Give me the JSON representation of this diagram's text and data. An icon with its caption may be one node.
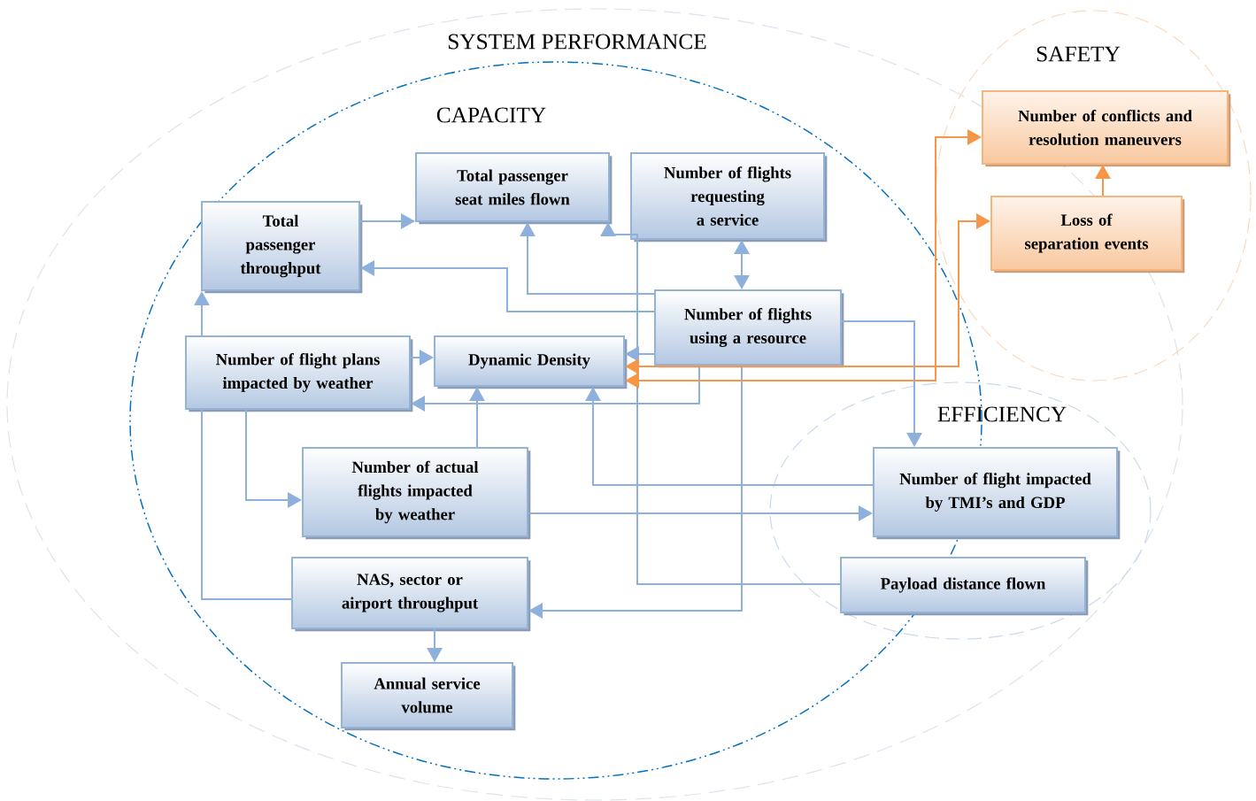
{
  "diagram": {
    "nodes": [
      {
        "text": [
          "SYSTEM PERFORMANCE"
        ]
      },
      {
        "text": [
          "CAPACITY"
        ],
        "in": 0
      },
      {
        "text": [
          "SAFETY"
        ]
      },
      {
        "text": [
          "EFFICIENCY"
        ],
        "in": 0
      },
      {
        "text": [
          "Total passenger throughput"
        ],
        "in": 1
      },
      {
        "text": [
          "Total passenger seat miles flown"
        ],
        "in": 1
      },
      {
        "text": [
          "Number of flights requesting a service"
        ],
        "in": 1
      },
      {
        "text": [
          "Number of flights using a resource"
        ],
        "in": 1
      },
      {
        "text": [
          "Number of flight plans impacted by weather"
        ],
        "in": 1
      },
      {
        "text": [
          "Dynamic Density"
        ],
        "in": 1
      },
      {
        "text": [
          "Number of actual flights impacted by weather"
        ],
        "in": 1
      },
      {
        "text": [
          "NAS, sector or airport throughput"
        ],
        "in": 1
      },
      {
        "text": [
          "Annual service volume"
        ],
        "in": 1
      },
      {
        "text": [
          "Number of conflicts and resolution maneuvers"
        ],
        "in": 2
      },
      {
        "text": [
          "Loss of separation events"
        ]
      },
      {
        "text": [
          "Number of flight impacted by TMI’s and GDP"
        ],
        "in": 3
      },
      {
        "text": [
          "Payload distance flown"
        ],
        "in": 3
      }
    ],
    "edges": [
      {
        "from": 4,
        "to": 5,
        "arrow": "to"
      },
      {
        "from": 8,
        "to": 4,
        "arrow": "to"
      },
      {
        "from": 8,
        "to": 9,
        "arrow": "to"
      },
      {
        "from": 7,
        "to": 5,
        "arrow": "to"
      },
      {
        "from": 7,
        "to": 4,
        "arrow": "to"
      },
      {
        "from": 6,
        "to": 7,
        "arrow": "both"
      },
      {
        "from": 7,
        "to": 9,
        "arrow": "to"
      },
      {
        "from": 7,
        "to": 8,
        "arrow": "to"
      },
      {
        "from": 7,
        "to": 11,
        "arrow": "to"
      },
      {
        "from": 7,
        "to": 15,
        "arrow": "to"
      },
      {
        "from": 10,
        "to": 9,
        "arrow": "to"
      },
      {
        "from": 8,
        "to": 10,
        "arrow": "to"
      },
      {
        "from": 10,
        "to": 15,
        "arrow": "to"
      },
      {
        "from": 15,
        "to": 9,
        "arrow": "to"
      },
      {
        "from": 16,
        "to": 5,
        "arrow": "to"
      },
      {
        "from": 11,
        "to": 8,
        "arrow": "none"
      },
      {
        "from": 11,
        "to": 12,
        "arrow": "to"
      },
      {
        "from": 14,
        "to": 13,
        "arrow": "to",
        "color": "#f79646"
      },
      {
        "from": 9,
        "to": 13,
        "arrow": "both",
        "color": "#f79646"
      },
      {
        "from": 9,
        "to": 14,
        "arrow": "both",
        "color": "#f79646"
      }
    ]
  }
}
